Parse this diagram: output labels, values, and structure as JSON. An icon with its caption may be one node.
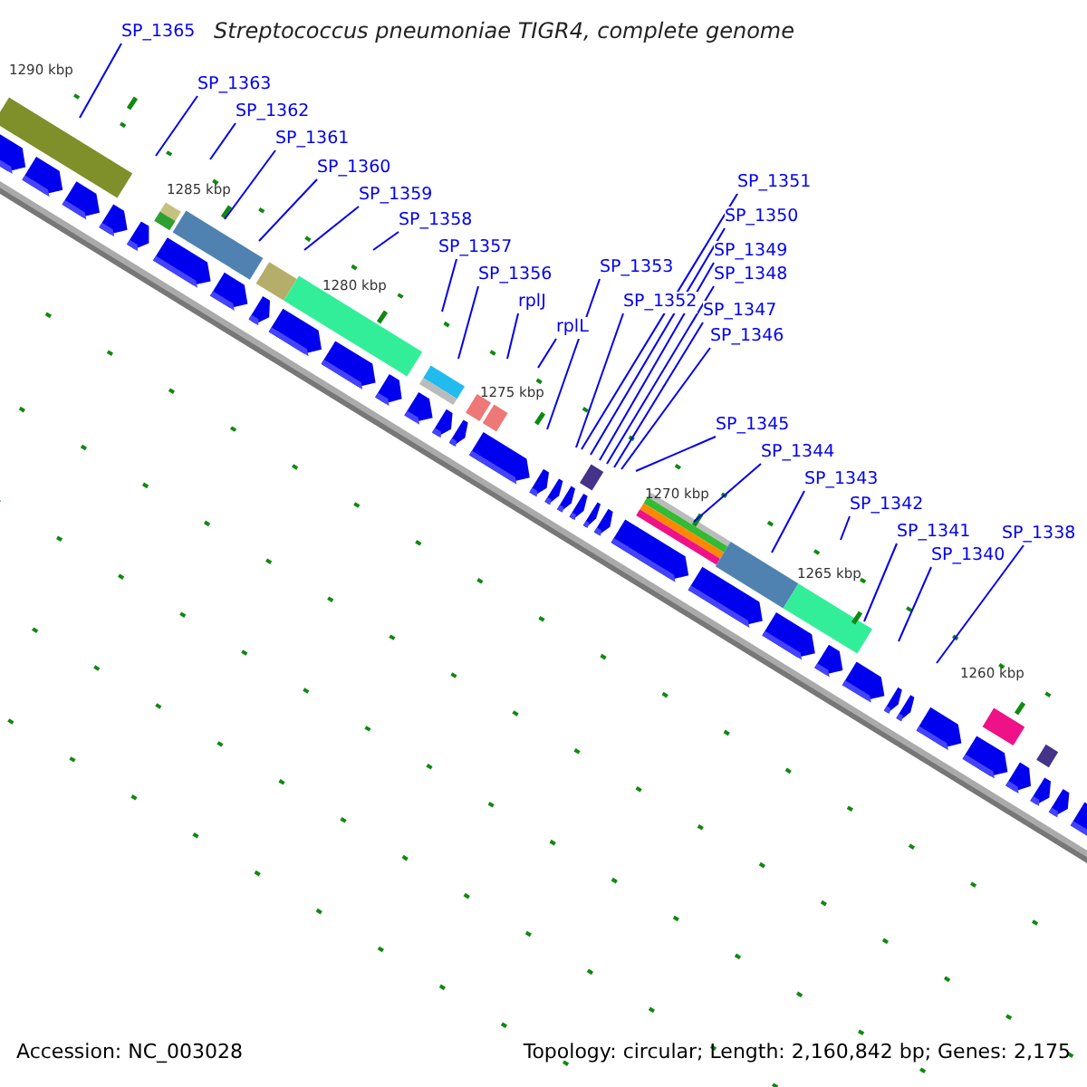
{
  "diagram": {
    "title": "Streptococcus pneumoniae TIGR4, complete genome",
    "nodes": [
      {
        "text": [
          "SP_1365"
        ]
      },
      {
        "text": [
          "SP_1363"
        ]
      },
      {
        "text": [
          "SP_1362"
        ]
      },
      {
        "text": [
          "SP_1361"
        ]
      },
      {
        "text": [
          "SP_1360"
        ]
      },
      {
        "text": [
          "SP_1359"
        ]
      },
      {
        "text": [
          "SP_1358"
        ]
      },
      {
        "text": [
          "SP_1357"
        ]
      },
      {
        "text": [
          "SP_1356"
        ]
      },
      {
        "text": [
          "rplJ"
        ]
      },
      {
        "text": [
          "rplL"
        ]
      },
      {
        "text": [
          "SP_1353"
        ]
      },
      {
        "text": [
          "SP_1352"
        ]
      },
      {
        "text": [
          "SP_1351"
        ]
      },
      {
        "text": [
          "SP_1350"
        ]
      },
      {
        "text": [
          "SP_1349"
        ]
      },
      {
        "text": [
          "SP_1348"
        ]
      },
      {
        "text": [
          "SP_1347"
        ]
      },
      {
        "text": [
          "SP_1346"
        ]
      },
      {
        "text": [
          "SP_1345"
        ]
      },
      {
        "text": [
          "SP_1344"
        ]
      },
      {
        "text": [
          "SP_1343"
        ]
      },
      {
        "text": [
          "SP_1342"
        ]
      },
      {
        "text": [
          "SP_1341"
        ]
      },
      {
        "text": [
          "SP_1340"
        ]
      },
      {
        "text": [
          "SP_1338"
        ]
      }
    ],
    "edges": [
      {
        "from": 0,
        "to": null,
        "arrow": "none"
      },
      {
        "from": 1,
        "to": null,
        "arrow": "none"
      },
      {
        "from": 2,
        "to": null,
        "arrow": "none"
      },
      {
        "from": 3,
        "to": null,
        "arrow": "none"
      },
      {
        "from": 4,
        "to": null,
        "arrow": "none"
      },
      {
        "from": 5,
        "to": null,
        "arrow": "none"
      },
      {
        "from": 6,
        "to": null,
        "arrow": "none"
      },
      {
        "from": 7,
        "to": null,
        "arrow": "none"
      },
      {
        "from": 8,
        "to": null,
        "arrow": "none"
      },
      {
        "from": 9,
        "to": null,
        "arrow": "none"
      },
      {
        "from": 10,
        "to": null,
        "arrow": "none"
      },
      {
        "from": 11,
        "to": null,
        "arrow": "none"
      },
      {
        "from": 12,
        "to": null,
        "arrow": "none"
      },
      {
        "from": 13,
        "to": null,
        "arrow": "none"
      },
      {
        "from": 14,
        "to": null,
        "arrow": "none"
      },
      {
        "from": 15,
        "to": null,
        "arrow": "none"
      },
      {
        "from": 16,
        "to": null,
        "arrow": "none"
      },
      {
        "from": 17,
        "to": null,
        "arrow": "none"
      },
      {
        "from": 18,
        "to": null,
        "arrow": "none"
      },
      {
        "from": 19,
        "to": null,
        "arrow": "none"
      },
      {
        "from": 20,
        "to": null,
        "arrow": "none"
      },
      {
        "from": 21,
        "to": null,
        "arrow": "none"
      },
      {
        "from": 22,
        "to": null,
        "arrow": "none"
      },
      {
        "from": 23,
        "to": null,
        "arrow": "none"
      },
      {
        "from": 24,
        "to": null,
        "arrow": "none"
      },
      {
        "from": 25,
        "to": null,
        "arrow": "none"
      }
    ],
    "labels": [
      "1290 kbp",
      "1285 kbp",
      "1280 kbp",
      "1275 kbp",
      "1270 kbp",
      "1265 kbp",
      "1260 kbp",
      "Accession: NC_003028",
      "Topology: circular; Length: 2,160,842 bp; Genes: 2,175"
    ]
  }
}
